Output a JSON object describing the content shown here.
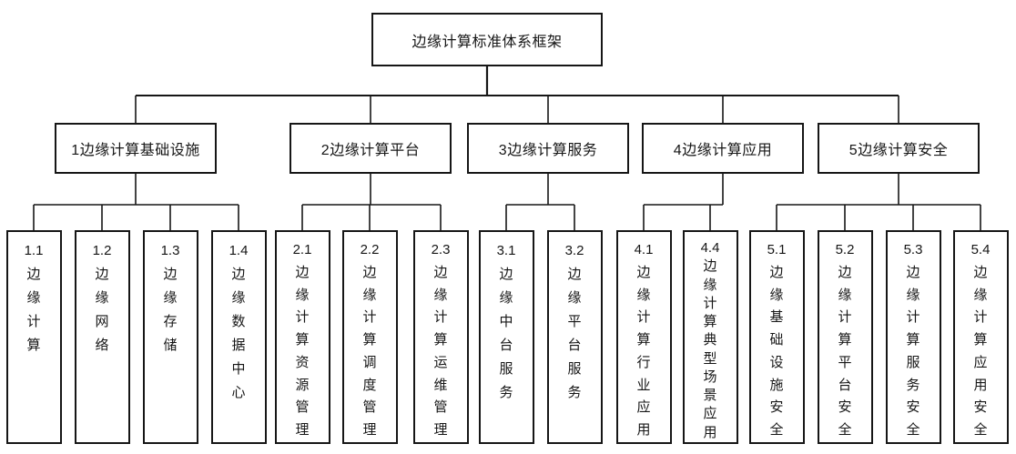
{
  "diagram": {
    "title": "边缘计算标准体系框架",
    "root": {
      "label": "边缘计算标准体系框架"
    },
    "groups": [
      {
        "label": "1边缘计算基础设施",
        "children": [
          {
            "code": "1.1",
            "label": "边缘计算"
          },
          {
            "code": "1.2",
            "label": "边缘网络"
          },
          {
            "code": "1.3",
            "label": "边缘存储"
          },
          {
            "code": "1.4",
            "label": "边缘数据中心"
          }
        ]
      },
      {
        "label": "2边缘计算平台",
        "children": [
          {
            "code": "2.1",
            "label": "边缘计算资源管理"
          },
          {
            "code": "2.2",
            "label": "边缘计算调度管理"
          },
          {
            "code": "2.3",
            "label": "边缘计算运维管理"
          }
        ]
      },
      {
        "label": "3边缘计算服务",
        "children": [
          {
            "code": "3.1",
            "label": "边缘中台服务"
          },
          {
            "code": "3.2",
            "label": "边缘平台服务"
          }
        ]
      },
      {
        "label": "4边缘计算应用",
        "children": [
          {
            "code": "4.1",
            "label": "边缘计算行业应用"
          },
          {
            "code": "4.4",
            "label": "边缘计算典型场景应用"
          }
        ]
      },
      {
        "label": "5边缘计算安全",
        "children": [
          {
            "code": "5.1",
            "label": "边缘基础设施安全"
          },
          {
            "code": "5.2",
            "label": "边缘计算平台安全"
          },
          {
            "code": "5.3",
            "label": "边缘计算服务安全"
          },
          {
            "code": "5.4",
            "label": "边缘计算应用安全"
          }
        ]
      }
    ],
    "colors": {
      "line": "#161616",
      "box_border": "#161616",
      "box_fill": "#ffffff",
      "text": "#161616",
      "background": "#ffffff"
    }
  }
}
